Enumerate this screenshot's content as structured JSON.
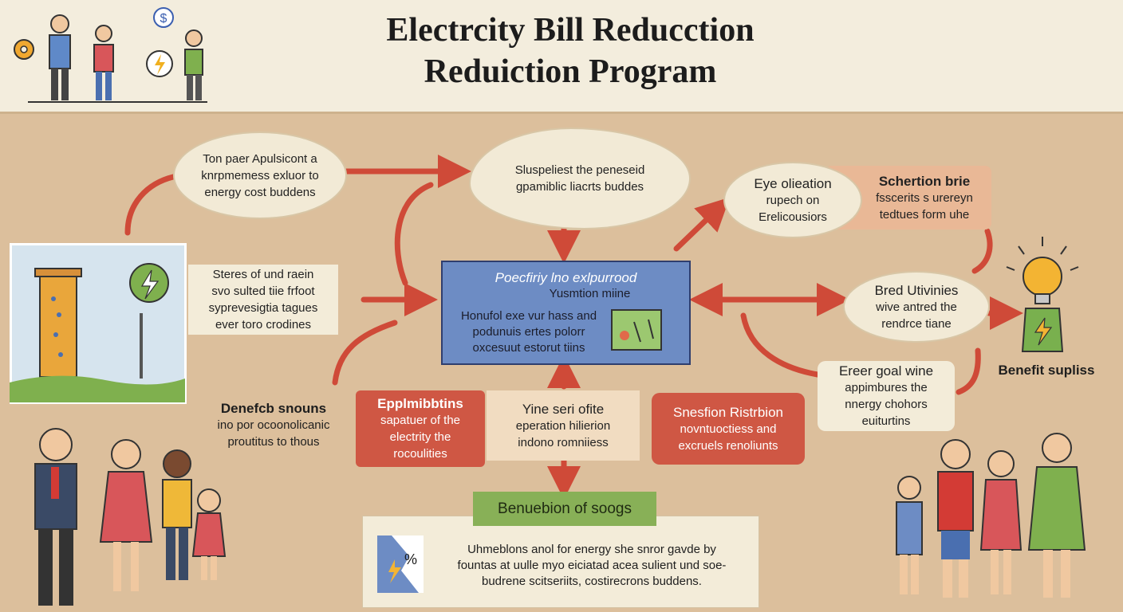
{
  "title": {
    "line1": "Electrcity Bill Reducction",
    "line2": "Reduiction Program"
  },
  "nodes": {
    "top_left_oval": [
      "Ton paer Apulsicont a",
      "knrpmemess exluor to",
      "energy cost buddens"
    ],
    "top_center_oval": [
      "Sluspeliest the peneseid",
      "gpamiblic liacrts buddes"
    ],
    "top_right_oval": [
      "Eye olieation",
      "rupech on",
      "Erelicousiors"
    ],
    "top_right_peach": [
      "Schertion brie",
      "fsscerits s urereyn",
      "tedtues form uhe"
    ],
    "left_box": [
      "Steres of und raein",
      "svo sulted tiie frfoot",
      "syprevesigtia tagues",
      "ever toro crodines"
    ],
    "center_blue": [
      "Poecfiriy lno exlpurrood",
      "Yusmtion miine",
      "Honufol exe vur hass and",
      "podunuis ertes polorr",
      "oxcesuut estorut tiins"
    ],
    "right_oval": [
      "Bred Utivinies",
      "wive antred the",
      "rendrce tiane"
    ],
    "benefit_label": "Benefit supliss",
    "right_box": [
      "Ereer goal wine",
      "appimbures the",
      "nnergy chohors",
      "euiturtins"
    ],
    "left_label": [
      "Denefcb snouns",
      "ino por ocoonolicanic",
      "proutitus to thous"
    ],
    "red_left": [
      "Epplmibbtins",
      "sapatuer of the",
      "electrity the",
      "rocoulities"
    ],
    "middle_peach": [
      "Yine seri ofite",
      "eperation hilierion",
      "indono romniiess"
    ],
    "red_right": [
      "Snesfion Ristrbion",
      "novntuoctiess and",
      "excruels renoliunts"
    ],
    "green_bar": "Benuebion of soogs",
    "bottom_box": [
      "Uhmeblons anol for energy she snror gavde by",
      "fountas at uulle myo eiciatad acea sulient und soe-",
      "budrene scitseriits, costirecrons buddens."
    ],
    "percent_icon_text": "%"
  },
  "colors": {
    "background": "#dcbf9c",
    "header": "#f3eddd",
    "arrow": "#cf4a38",
    "blue_box": "#6d8cc4",
    "red_box": "#cf5744",
    "green_bar": "#88b057"
  },
  "icons": [
    "gear-icon",
    "dollar-coin-icon",
    "lightning-icon",
    "light-bulb-icon",
    "battery-icon",
    "percent-icon"
  ]
}
